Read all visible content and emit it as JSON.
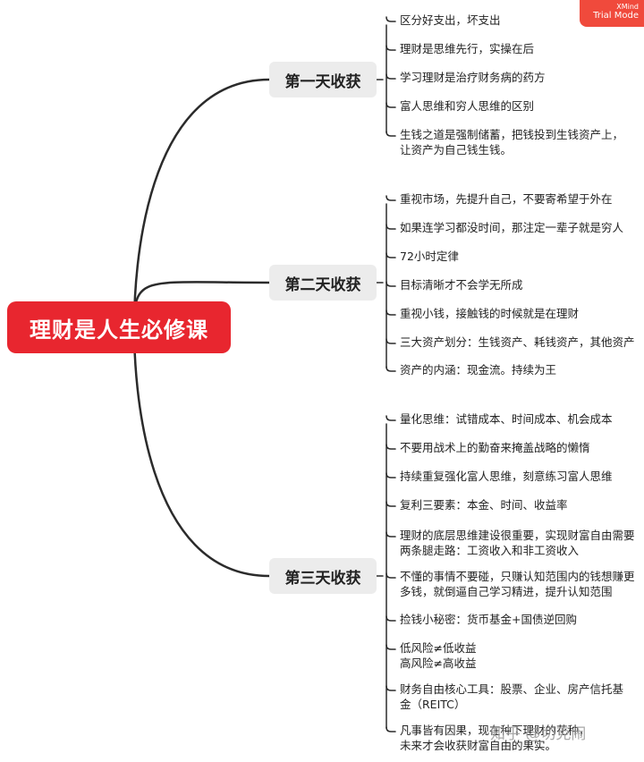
{
  "root_label": "理财是人生必修课",
  "branches": [
    {
      "label": "第一天收获",
      "items": [
        [
          "区分好支出，坏支出"
        ],
        [
          "理财是思维先行，实操在后"
        ],
        [
          "学习理财是治疗财务病的药方"
        ],
        [
          "富人思维和穷人思维的区别"
        ],
        [
          "生钱之道是强制储蓄，把钱投到生钱资产上，",
          "让资产为自己钱生钱。"
        ]
      ]
    },
    {
      "label": "第二天收获",
      "items": [
        [
          "重视市场，先提升自己，不要寄希望于外在"
        ],
        [
          "如果连学习都没时间，那注定一辈子就是穷人"
        ],
        [
          "72小时定律"
        ],
        [
          "目标清晰才不会学无所成"
        ],
        [
          "重视小钱，接触钱的时候就是在理财"
        ],
        [
          "三大资产划分：生钱资产、耗钱资产，其他资产"
        ],
        [
          "资产的内涵：现金流。持续为王"
        ]
      ]
    },
    {
      "label": "第三天收获",
      "items": [
        [
          "量化思维：试错成本、时间成本、机会成本"
        ],
        [
          "不要用战术上的勤奋来掩盖战略的懒惰"
        ],
        [
          "持续重复强化富人思维，刻意练习富人思维"
        ],
        [
          "复利三要素：本金、时间、收益率"
        ],
        [
          "理财的底层思维建设很重要，实现财富自由需要",
          "两条腿走路：工资收入和非工资收入"
        ],
        [
          "不懂的事情不要碰，只赚认知范围内的钱想赚更",
          "多钱，就倒逼自己学习精进，提升认知范围"
        ],
        [
          "捡钱小秘密：货币基金+国债逆回购"
        ],
        [
          "低风险≠低收益",
          "高风险≠高收益"
        ],
        [
          "财务自由核心工具：股票、企业、房产信托基",
          "金（REITC）"
        ],
        [
          "凡事皆有因果，现在种下理财的花种，",
          "未来才会收获财富自由的果实。"
        ]
      ]
    }
  ],
  "watermark": "知乎 @切克闹",
  "trial_badge": {
    "line1": "XMind",
    "line2": "Trial Mode"
  },
  "colors": {
    "root_bg": "#e8262f",
    "branch_bg": "#ececec",
    "line": "#2b2b2b",
    "badge": "#f04a3c"
  }
}
